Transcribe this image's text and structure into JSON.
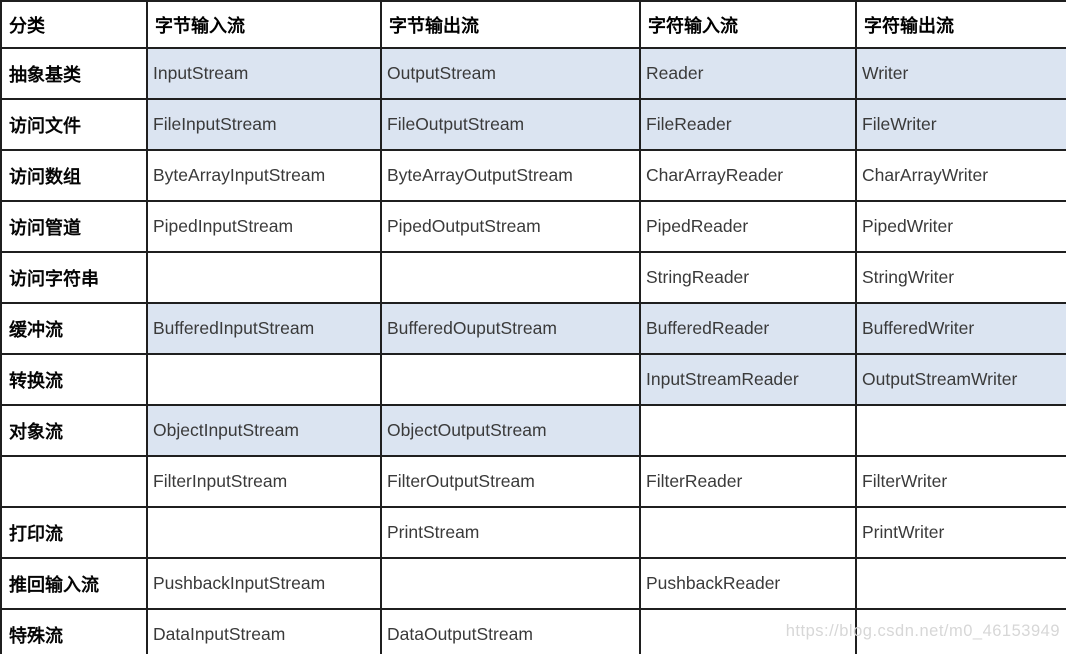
{
  "table": {
    "headers": [
      "分类",
      "字节输入流",
      "字节输出流",
      "字符输入流",
      "字符输出流"
    ],
    "rows": [
      {
        "cells": [
          "抽象基类",
          "InputStream",
          "OutputStream",
          "Reader",
          "Writer"
        ],
        "highlighted": [
          false,
          true,
          true,
          true,
          true
        ]
      },
      {
        "cells": [
          "访问文件",
          "FileInputStream",
          "FileOutputStream",
          "FileReader",
          "FileWriter"
        ],
        "highlighted": [
          false,
          true,
          true,
          true,
          true
        ]
      },
      {
        "cells": [
          "访问数组",
          "ByteArrayInputStream",
          "ByteArrayOutputStream",
          "CharArrayReader",
          "CharArrayWriter"
        ],
        "highlighted": [
          false,
          false,
          false,
          false,
          false
        ]
      },
      {
        "cells": [
          "访问管道",
          "PipedInputStream",
          "PipedOutputStream",
          "PipedReader",
          "PipedWriter"
        ],
        "highlighted": [
          false,
          false,
          false,
          false,
          false
        ]
      },
      {
        "cells": [
          "访问字符串",
          "",
          "",
          "StringReader",
          "StringWriter"
        ],
        "highlighted": [
          false,
          false,
          false,
          false,
          false
        ]
      },
      {
        "cells": [
          "缓冲流",
          "BufferedInputStream",
          "BufferedOuputStream",
          "BufferedReader",
          "BufferedWriter"
        ],
        "highlighted": [
          false,
          true,
          true,
          true,
          true
        ]
      },
      {
        "cells": [
          "转换流",
          "",
          "",
          "InputStreamReader",
          "OutputStreamWriter"
        ],
        "highlighted": [
          false,
          false,
          false,
          true,
          true
        ]
      },
      {
        "cells": [
          "对象流",
          "ObjectInputStream",
          "ObjectOutputStream",
          "",
          ""
        ],
        "highlighted": [
          false,
          true,
          true,
          false,
          false
        ]
      },
      {
        "cells": [
          "",
          "FilterInputStream",
          "FilterOutputStream",
          "FilterReader",
          "FilterWriter"
        ],
        "highlighted": [
          false,
          false,
          false,
          false,
          false
        ]
      },
      {
        "cells": [
          "打印流",
          "",
          "PrintStream",
          "",
          "PrintWriter"
        ],
        "highlighted": [
          false,
          false,
          false,
          false,
          false
        ]
      },
      {
        "cells": [
          "推回输入流",
          "PushbackInputStream",
          "",
          "PushbackReader",
          ""
        ],
        "highlighted": [
          false,
          false,
          false,
          false,
          false
        ]
      },
      {
        "cells": [
          "特殊流",
          "DataInputStream",
          "DataOutputStream",
          "",
          ""
        ],
        "highlighted": [
          false,
          false,
          false,
          false,
          false
        ]
      }
    ]
  },
  "watermark": "https://blog.csdn.net/m0_46153949",
  "colors": {
    "cell_highlight": "#dbe4f1",
    "border": "#1f1f1f",
    "class_text": "#3a3a3a",
    "watermark_text": "#d7d7d7"
  }
}
